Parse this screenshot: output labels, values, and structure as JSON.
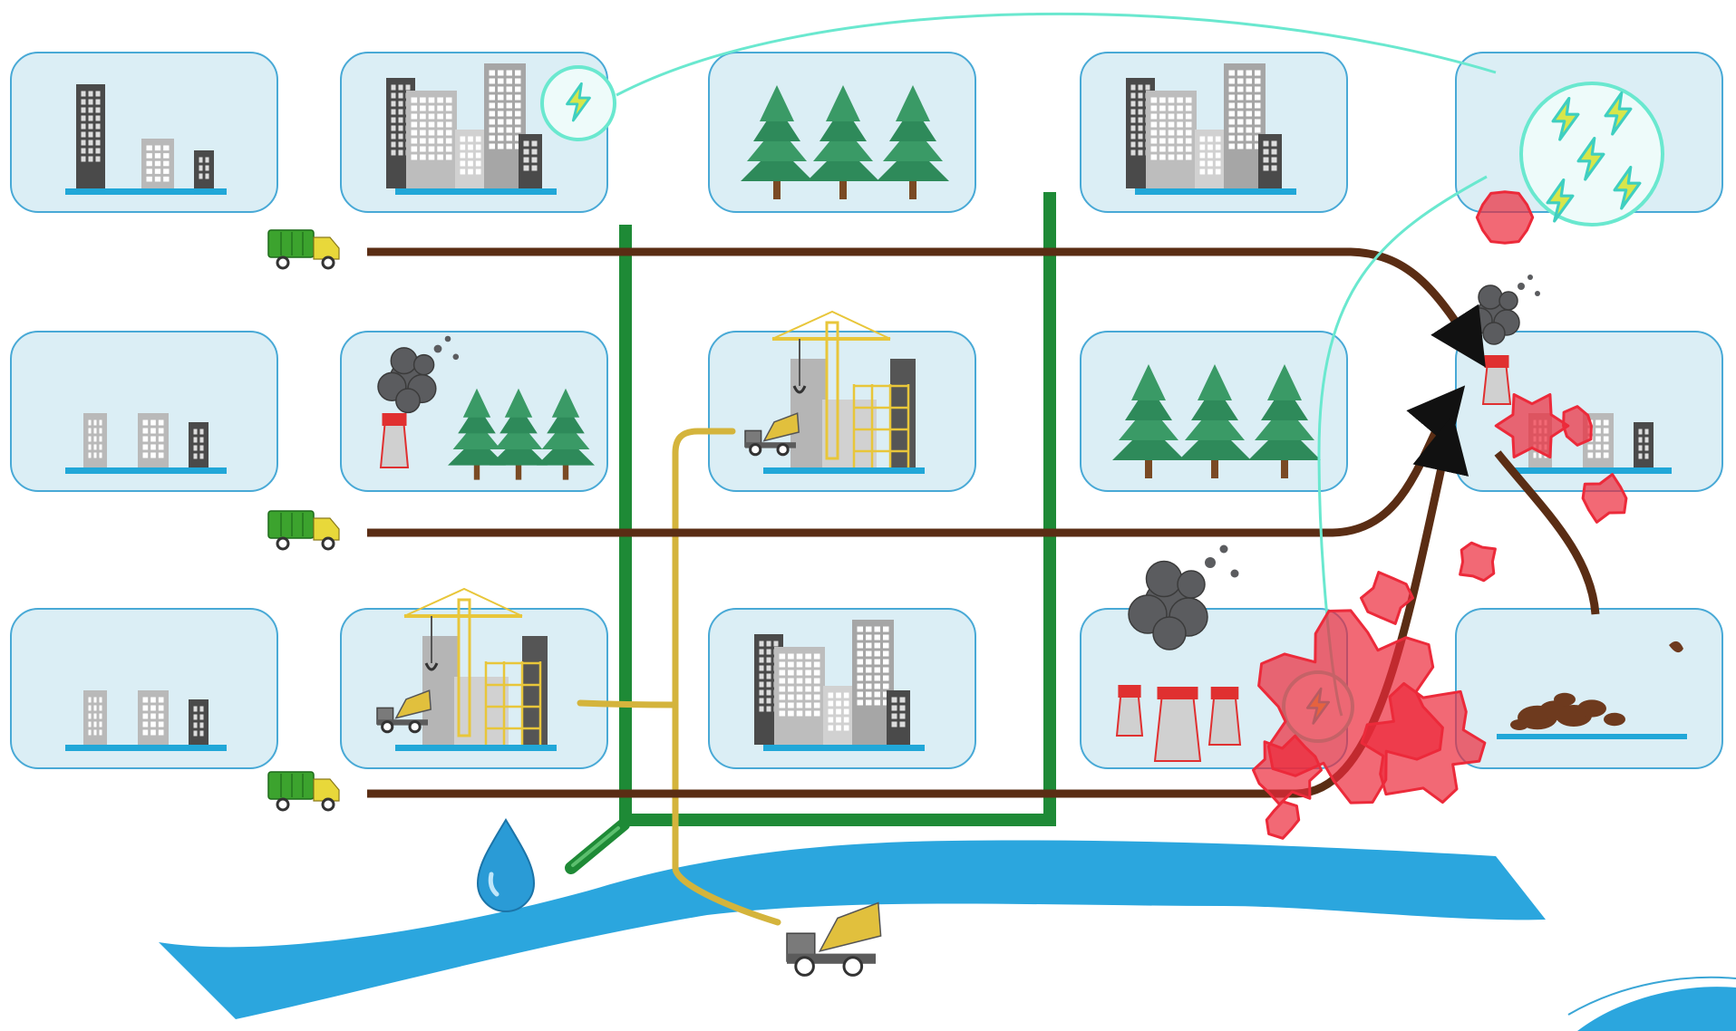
{
  "diagram": {
    "grid": {
      "rows": 3,
      "cols": 5
    },
    "cells": [
      [
        "buildings-small",
        "buildings-dense-power",
        "forest",
        "buildings-dense",
        "power-hub"
      ],
      [
        "buildings-small",
        "factory-forest",
        "construction-site",
        "forest",
        "polluting-factory-buildings"
      ],
      [
        "buildings-small",
        "construction-site",
        "buildings-dense",
        "polluting-power-plants",
        "waste-dump"
      ]
    ],
    "networks": [
      {
        "kind": "waste-route",
        "color": "#5a2d14"
      },
      {
        "kind": "water-main",
        "color": "#1e8a36"
      },
      {
        "kind": "concrete-supply",
        "color": "#d4b43c"
      },
      {
        "kind": "power-line",
        "color": "#6ae8cf"
      }
    ],
    "colors": {
      "tile": "#dbeef5",
      "tile_border": "#48a9d6",
      "river": "#2ba6de",
      "pollution": "#ec2a3a",
      "smoke": "#5b5c5f",
      "tree": "#2e8a5a",
      "crane": "#e8c63a",
      "truck": "#3ca32e"
    },
    "icons": [
      "garbage-truck-icon",
      "water-drop-icon",
      "concrete-mixer-icon",
      "lightning-icon"
    ]
  }
}
